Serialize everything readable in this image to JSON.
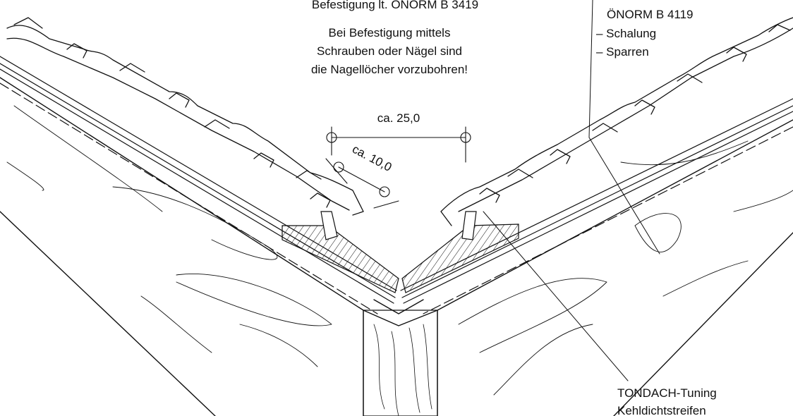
{
  "annotations": {
    "top_cut": "Befestigung lt. ÖNORM B 3419",
    "note_line1": "Bei Befestigung mittels",
    "note_line2": "Schrauben oder Nägel sind",
    "note_line3": "die Nagellöcher vorzubohren!",
    "norm": "ÖNORM B 4119",
    "item1": "– Schalung",
    "item2": "– Sparren",
    "dim_wide": "ca. 25,0",
    "dim_narrow": "ca. 10,0",
    "product_line1": "TONDACH-Tuning",
    "product_line2": "Kehldichtstreifen"
  },
  "colors": {
    "ink": "#111111",
    "paper": "#ffffff"
  }
}
